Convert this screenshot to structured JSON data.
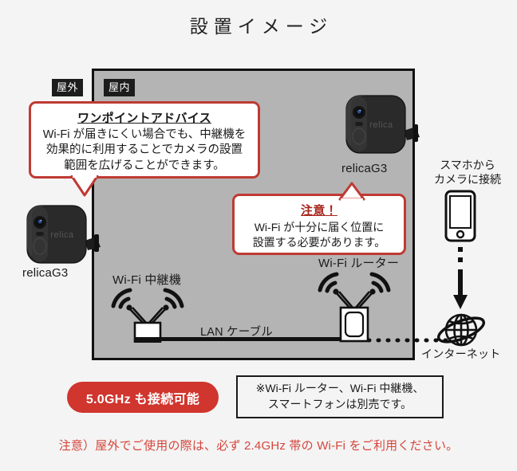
{
  "page": {
    "title": "設置イメージ",
    "background_color": "#f4f4f4"
  },
  "colors": {
    "accent_red": "#d0352e",
    "callout_border": "#bf3a33",
    "warning_text": "#a8241d",
    "footer_text": "#d5453c",
    "room_fill": "#b4b4b4",
    "badge_dark": "#1c1c1c",
    "line_black": "#111111"
  },
  "zones": {
    "outdoor_label": "屋外",
    "indoor_label": "屋内"
  },
  "callouts": {
    "advice": {
      "heading": "ワンポイントアドバイス",
      "line1": "Wi-Fi が届きにくい場合でも、中継機を",
      "line2": "効果的に利用することでカメラの設置",
      "line3": "範囲を広げることができます。"
    },
    "warning": {
      "heading": "注意！",
      "line1": "Wi-Fi が十分に届く位置に",
      "line2": "設置する必要があります。"
    }
  },
  "devices": {
    "camera_right_label": "relicaG3",
    "camera_left_label": "relicaG3",
    "camera_brand": "relica",
    "repeater_label": "Wi-Fi 中継機",
    "router_label": "Wi-Fi ルーター",
    "lan_cable_label": "LAN ケーブル",
    "internet_label": "インターネット",
    "phone_label_line1": "スマホから",
    "phone_label_line2": "カメラに接続"
  },
  "badges": {
    "five_ghz": "5.0GHz も接続可能",
    "note_line1": "※Wi-Fi ルーター、Wi-Fi 中継機、",
    "note_line2": "スマートフォンは別売です。"
  },
  "footer": {
    "note": "注意）屋外でご使用の際は、必ず 2.4GHz 帯の Wi-Fi をご利用ください。"
  }
}
